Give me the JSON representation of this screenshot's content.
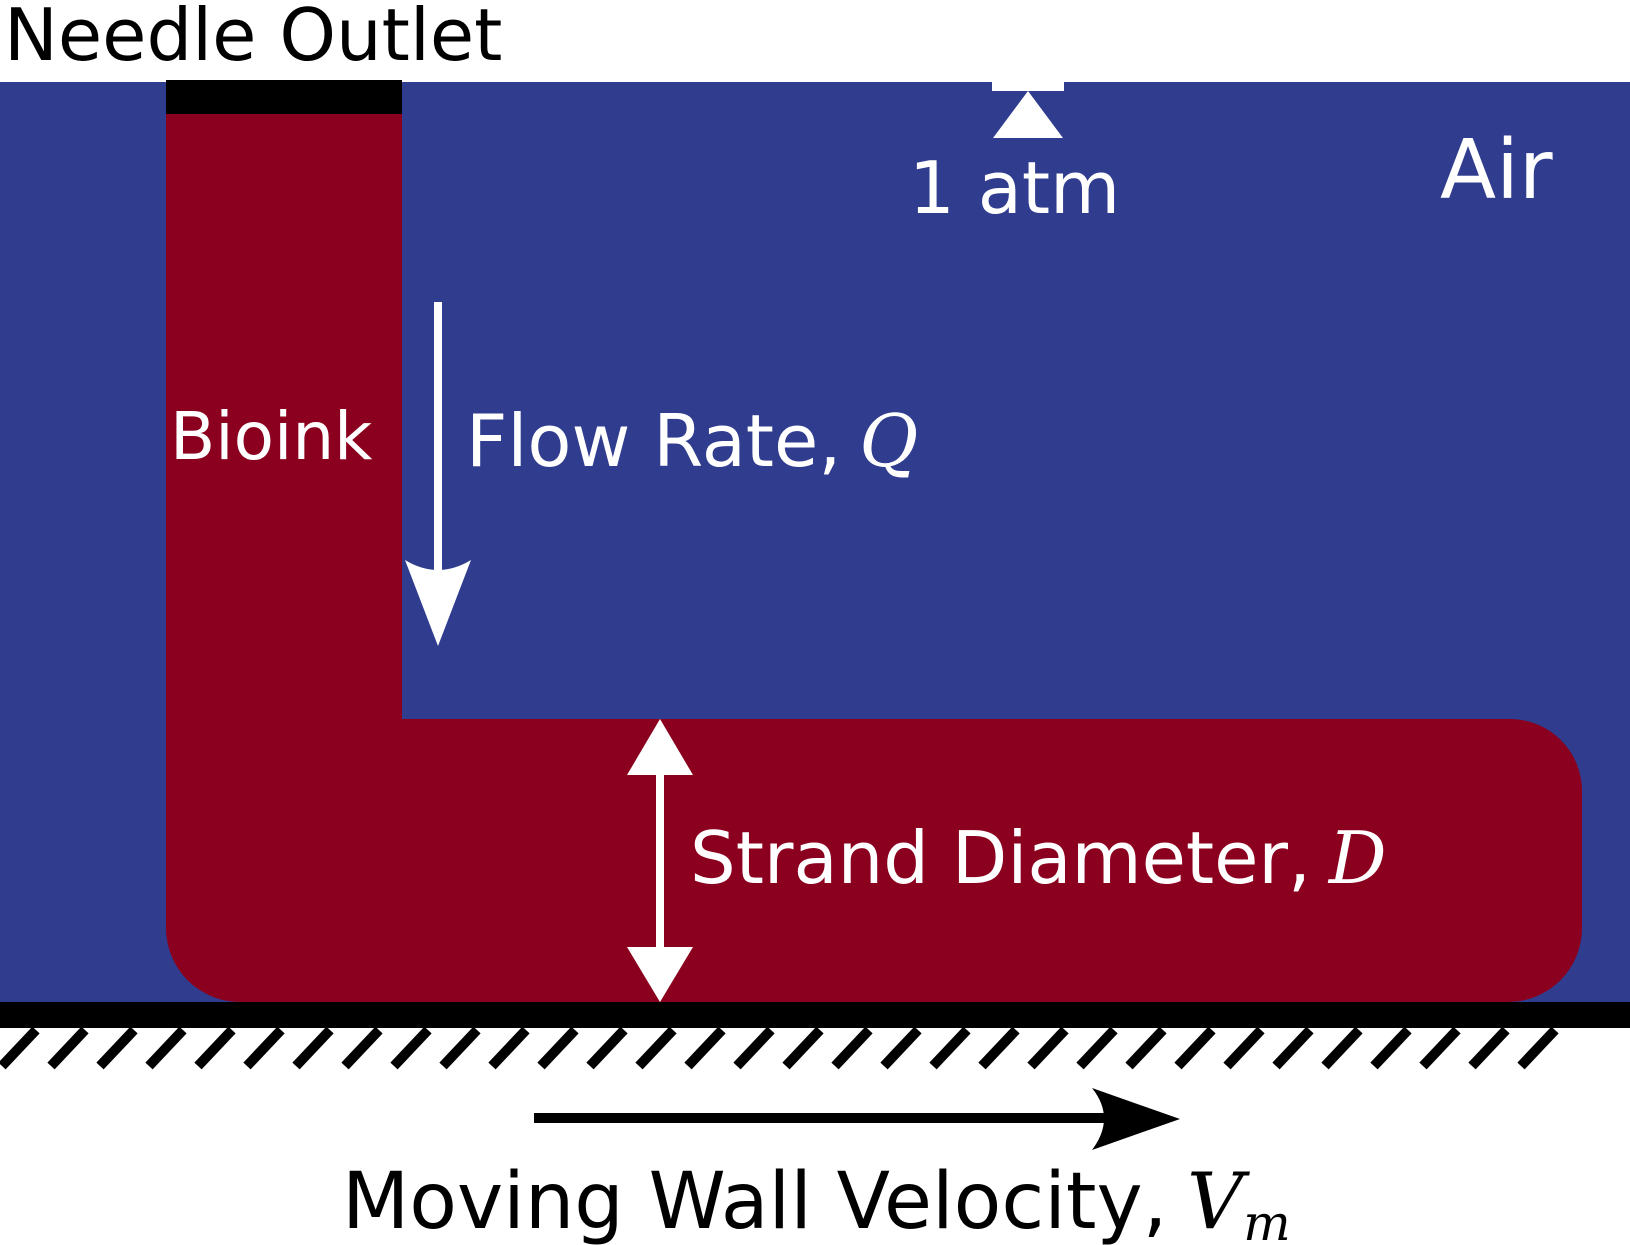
{
  "labels": {
    "needle_outlet": "Needle Outlet",
    "pressure": "1 atm",
    "air": "Air",
    "bioink": "Bioink",
    "flow_rate": "Flow Rate,",
    "flow_rate_symbol": "Q",
    "strand_diameter": "Strand Diameter,",
    "strand_diameter_symbol": "D",
    "moving_wall": "Moving Wall Velocity,",
    "moving_wall_symbol": "V",
    "moving_wall_subscript": "m"
  },
  "colors": {
    "air": "#303c8e",
    "bioink": "#8b001e",
    "wall": "#000000",
    "annotation": "#ffffff",
    "background": "#ffffff"
  }
}
